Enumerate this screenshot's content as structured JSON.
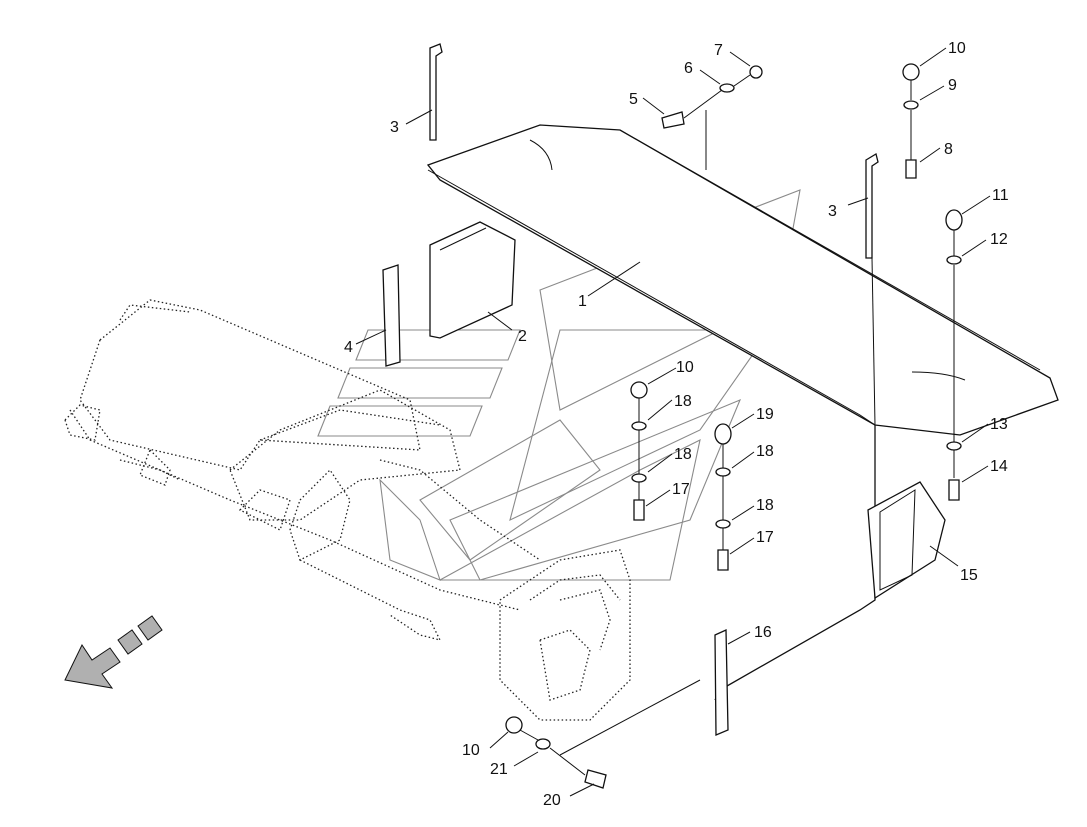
{
  "callouts": {
    "c1": "1",
    "c2": "2",
    "c3a": "3",
    "c3b": "3",
    "c4": "4",
    "c5": "5",
    "c6": "6",
    "c7": "7",
    "c8": "8",
    "c9": "9",
    "c10a": "10",
    "c10b": "10",
    "c10c": "10",
    "c11": "11",
    "c12": "12",
    "c13": "13",
    "c14": "14",
    "c15": "15",
    "c16": "16",
    "c17a": "17",
    "c17b": "17",
    "c18a": "18",
    "c18b": "18",
    "c18c": "18",
    "c18d": "18",
    "c19": "19",
    "c20": "20",
    "c21": "21"
  },
  "colors": {
    "line": "#111111",
    "watermark": "#8a8a8a",
    "arrow_fill": "#b0b0b0"
  },
  "icons": {
    "direction": "travel-direction-arrow-icon"
  }
}
